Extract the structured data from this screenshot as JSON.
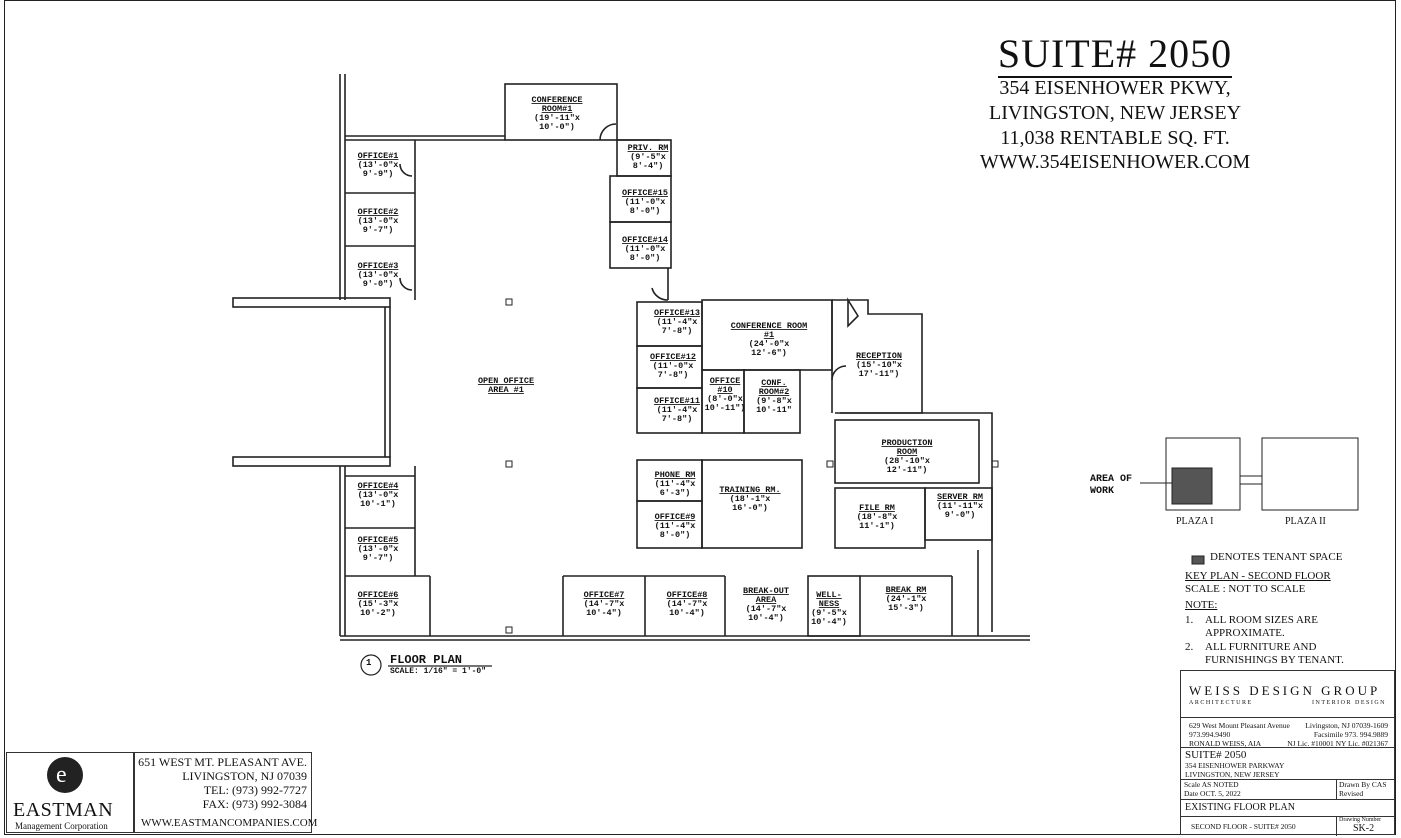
{
  "header": {
    "title": "SUITE# 2050",
    "lines": [
      "354 EISENHOWER PKWY,",
      "LIVINGSTON, NEW JERSEY",
      "11,038 RENTABLE SQ. FT.",
      "WWW.354EISENHOWER.COM"
    ]
  },
  "rooms": {
    "conf1_top": {
      "name": [
        "CONFERENCE",
        "ROOM#1"
      ],
      "size": [
        "(19'-11\"x",
        "10'-0\")"
      ]
    },
    "priv": {
      "name": [
        "PRIV. RM"
      ],
      "size": [
        "(9'-5\"x",
        "8'-4\")"
      ]
    },
    "office15": {
      "name": [
        "OFFICE#15"
      ],
      "size": [
        "(11'-0\"x",
        "8'-0\")"
      ]
    },
    "office14": {
      "name": [
        "OFFICE#14"
      ],
      "size": [
        "(11'-0\"x",
        "8'-0\")"
      ]
    },
    "office1": {
      "name": [
        "OFFICE#1"
      ],
      "size": [
        "(13'-0\"x",
        "9'-9\")"
      ]
    },
    "office2": {
      "name": [
        "OFFICE#2"
      ],
      "size": [
        "(13'-0\"x",
        "9'-7\")"
      ]
    },
    "office3": {
      "name": [
        "OFFICE#3"
      ],
      "size": [
        "(13'-0\"x",
        "9'-0\")"
      ]
    },
    "open_office": {
      "name": [
        "OPEN OFFICE",
        "AREA #1"
      ],
      "size": []
    },
    "office13": {
      "name": [
        "OFFICE#13"
      ],
      "size": [
        "(11'-4\"x",
        "7'-8\")"
      ]
    },
    "office12": {
      "name": [
        "OFFICE#12"
      ],
      "size": [
        "(11'-0\"x",
        "7'-8\")"
      ]
    },
    "office11": {
      "name": [
        "OFFICE#11"
      ],
      "size": [
        "(11'-4\"x",
        "7'-8\")"
      ]
    },
    "conf_mid": {
      "name": [
        "CONFERENCE ROOM",
        "#1"
      ],
      "size": [
        "(24'-0\"x",
        "12'-6\")"
      ]
    },
    "office10": {
      "name": [
        "OFFICE",
        "#10"
      ],
      "size": [
        "(8'-0\"x",
        "10'-11\")"
      ]
    },
    "conf2": {
      "name": [
        "CONF.",
        "ROOM#2"
      ],
      "size": [
        "(9'-8\"x",
        "10'-11\""
      ]
    },
    "reception": {
      "name": [
        "RECEPTION"
      ],
      "size": [
        "(15'-10\"x",
        "17'-11\")"
      ]
    },
    "production": {
      "name": [
        "PRODUCTION",
        "ROOM"
      ],
      "size": [
        "(28'-10\"x",
        "12'-11\")"
      ]
    },
    "phone": {
      "name": [
        "PHONE RM"
      ],
      "size": [
        "(11'-4\"x",
        "6'-3\")"
      ]
    },
    "office9": {
      "name": [
        "OFFICE#9"
      ],
      "size": [
        "(11'-4\"x",
        "8'-0\")"
      ]
    },
    "training": {
      "name": [
        "TRAINING RM."
      ],
      "size": [
        "(18'-1\"x",
        "16'-0\")"
      ]
    },
    "file": {
      "name": [
        "FILE RM"
      ],
      "size": [
        "(18'-8\"x",
        "11'-1\")"
      ]
    },
    "server": {
      "name": [
        "SERVER RM"
      ],
      "size": [
        "(11'-11\"x",
        "9'-0\")"
      ]
    },
    "office4": {
      "name": [
        "OFFICE#4"
      ],
      "size": [
        "(13'-0\"x",
        "10'-1\")"
      ]
    },
    "office5": {
      "name": [
        "OFFICE#5"
      ],
      "size": [
        "(13'-0\"x",
        "9'-7\")"
      ]
    },
    "office6": {
      "name": [
        "OFFICE#6"
      ],
      "size": [
        "(15'-3\"x",
        "10'-2\")"
      ]
    },
    "office7": {
      "name": [
        "OFFICE#7"
      ],
      "size": [
        "(14'-7\"x",
        "10'-4\")"
      ]
    },
    "office8": {
      "name": [
        "OFFICE#8"
      ],
      "size": [
        "(14'-7\"x",
        "10'-4\")"
      ]
    },
    "breakout": {
      "name": [
        "BREAK-OUT",
        "AREA"
      ],
      "size": [
        "(14'-7\"x",
        "10'-4\")"
      ]
    },
    "wellness": {
      "name": [
        "WELL-",
        "NESS"
      ],
      "size": [
        "(9'-5\"x",
        "10'-4\")"
      ]
    },
    "break_rm": {
      "name": [
        "BREAK RM"
      ],
      "size": [
        "(24'-1\"x",
        "15'-3\")"
      ]
    }
  },
  "plan_caption": {
    "number": "1",
    "title": "FLOOR PLAN",
    "scale": "SCALE: 1/16\" = 1'-0\""
  },
  "key_plan": {
    "area_of_work": [
      "AREA OF",
      "WORK"
    ],
    "plaza1": "PLAZA I",
    "plaza2": "PLAZA II",
    "legend": "DENOTES TENANT SPACE",
    "title": "KEY PLAN - SECOND FLOOR",
    "scale": "SCALE : NOT TO SCALE",
    "note_title": "NOTE:",
    "notes": [
      {
        "num": "1.",
        "text": [
          "ALL ROOM SIZES ARE",
          "APPROXIMATE."
        ]
      },
      {
        "num": "2.",
        "text": [
          "ALL FURNITURE AND",
          "FURNISHINGS BY TENANT."
        ]
      }
    ]
  },
  "title_block": {
    "firm": "WEISS DESIGN GROUP",
    "sub_left": "ARCHITECTURE",
    "sub_right": "INTERIOR DESIGN",
    "address_left": [
      "629 West Mount Pleasant Avenue",
      "973.994.9490",
      "RONALD WEISS, AIA"
    ],
    "address_right": [
      "Livingston, NJ 07039-1609",
      "Facsimile 973. 994.9889",
      "NJ Lic. #10001  NY Lic. #021367"
    ],
    "project": "SUITE# 2050",
    "project_lines": [
      "354 EISENHOWER PARKWAY",
      "LIVINGSTON, NEW JERSEY"
    ],
    "scale_label": "Scale",
    "scale_value": "AS NOTED",
    "date_label": "Date",
    "date_value": "OCT. 5, 2022",
    "drawn_label": "Drawn By",
    "drawn_value": "CAS",
    "revised_label": "Revised",
    "drawing_title": "EXISTING FLOOR PLAN",
    "sheet_desc": "SECOND FLOOR - SUITE# 2050",
    "drawing_number_label": "Drawing Number",
    "drawing_number": "SK-2"
  },
  "eastman": {
    "name": "EASTMAN",
    "sub": "Management Corporation",
    "address": [
      "651 WEST MT. PLEASANT AVE.",
      "LIVINGSTON, NJ 07039",
      "TEL: (973) 992-7727",
      "FAX: (973) 992-3084"
    ],
    "url": "WWW.EASTMANCOMPANIES.COM"
  }
}
